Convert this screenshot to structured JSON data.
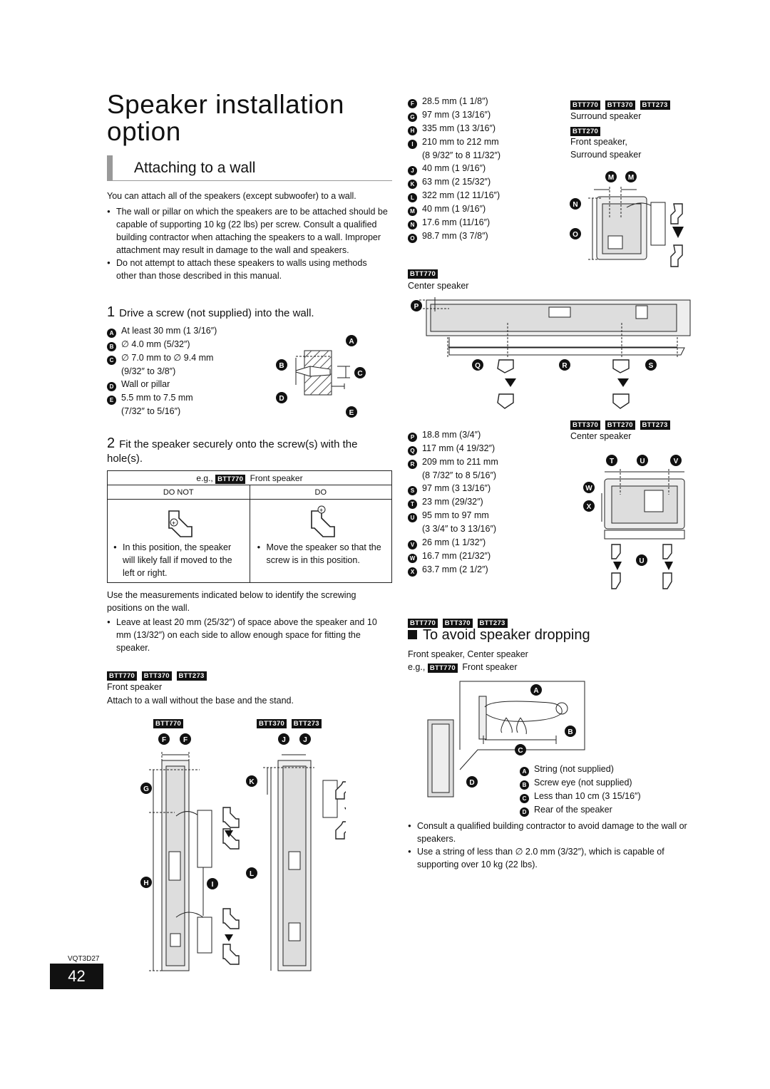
{
  "page": {
    "title": "Speaker installation option",
    "section_title": "Attaching to a wall",
    "intro": "You can attach all of the speakers (except subwoofer) to a wall.",
    "bullets": [
      "The wall or pillar on which the speakers are to be attached should be capable of supporting 10 kg (22 lbs) per screw. Consult a qualified building contractor when attaching the speakers to a wall. Improper attachment may result in damage to the wall and speakers.",
      "Do not attempt to attach these speakers to walls using methods other than those described in this manual."
    ],
    "step1": {
      "num": "1",
      "text": "Drive a screw (not supplied) into the wall."
    },
    "step1_items": [
      {
        "k": "A",
        "v": "At least 30 mm (1 3/16″)"
      },
      {
        "k": "B",
        "v": "∅ 4.0 mm (5/32″)"
      },
      {
        "k": "C",
        "v": "∅ 7.0 mm to ∅ 9.4 mm"
      },
      {
        "k": "",
        "v": "(9/32″ to 3/8″)"
      },
      {
        "k": "D",
        "v": "Wall or pillar"
      },
      {
        "k": "E",
        "v": "5.5 mm to 7.5 mm"
      },
      {
        "k": "",
        "v": "(7/32″ to 5/16″)"
      }
    ],
    "step2": {
      "num": "2",
      "text": "Fit the speaker securely onto the screw(s) with the hole(s)."
    },
    "table": {
      "eg": "e.g.,",
      "model": "BTT770",
      "model_label": "Front speaker",
      "col_left": "DO NOT",
      "col_right": "DO",
      "note_left": "In this position, the speaker will likely fall if moved to the left or right.",
      "note_right": "Move the speaker so that the screw is in this position."
    },
    "measure_intro": "Use the measurements indicated below to identify the screwing positions on the wall.",
    "measure_bullet": "Leave at least 20 mm (25/32″) of space above the speaker and 10 mm (13/32″) on each side to allow enough space for fitting the speaker.",
    "front_models": [
      "BTT770",
      "BTT370",
      "BTT273"
    ],
    "front_label": "Front speaker",
    "front_note": "Attach to a wall without the base and the stand.",
    "fig_left_model": "BTT770",
    "fig_right_models": [
      "BTT370",
      "BTT273"
    ],
    "model_code": "VQT3D27",
    "page_number": "42"
  },
  "right": {
    "measures_FO": [
      {
        "k": "F",
        "v": "28.5 mm (1 1/8″)"
      },
      {
        "k": "G",
        "v": "97 mm (3 13/16″)"
      },
      {
        "k": "H",
        "v": "335 mm (13 3/16″)"
      },
      {
        "k": "I",
        "v": "210 mm to 212 mm"
      },
      {
        "k": "",
        "v": "(8 9/32″ to 8 11/32″)"
      },
      {
        "k": "J",
        "v": "40 mm (1 9/16″)"
      },
      {
        "k": "K",
        "v": "63 mm (2 15/32″)"
      },
      {
        "k": "L",
        "v": "322 mm (12 11/16″)"
      },
      {
        "k": "M",
        "v": "40 mm (1 9/16″)"
      },
      {
        "k": "N",
        "v": "17.6 mm (11/16″)"
      },
      {
        "k": "O",
        "v": "98.7 mm (3 7/8″)"
      }
    ],
    "surround_models": [
      "BTT770",
      "BTT370",
      "BTT273"
    ],
    "surround_label": "Surround speaker",
    "surround_model2": "BTT270",
    "surround_label2a": "Front speaker,",
    "surround_label2b": "Surround speaker",
    "center_model": "BTT770",
    "center_label": "Center speaker",
    "measures_PX": [
      {
        "k": "P",
        "v": "18.8 mm (3/4″)"
      },
      {
        "k": "Q",
        "v": "117 mm (4 19/32″)"
      },
      {
        "k": "R",
        "v": "209 mm to 211 mm"
      },
      {
        "k": "",
        "v": "(8 7/32″ to 8 5/16″)"
      },
      {
        "k": "S",
        "v": "97 mm (3 13/16″)"
      },
      {
        "k": "T",
        "v": "23 mm (29/32″)"
      },
      {
        "k": "U",
        "v": "95 mm to 97 mm"
      },
      {
        "k": "",
        "v": "(3 3/4″ to 3 13/16″)"
      },
      {
        "k": "V",
        "v": "26 mm (1 1/32″)"
      },
      {
        "k": "W",
        "v": "16.7 mm (21/32″)"
      },
      {
        "k": "X",
        "v": "63.7 mm (2 1/2″)"
      }
    ],
    "center2_models": [
      "BTT370",
      "BTT270",
      "BTT273"
    ],
    "center2_label": "Center speaker",
    "drop_models": [
      "BTT770",
      "BTT370",
      "BTT273"
    ],
    "drop_title": "To avoid speaker dropping",
    "drop_sub": "Front speaker, Center speaker",
    "drop_eg": "e.g.,",
    "drop_eg_model": "BTT770",
    "drop_eg_label": "Front speaker",
    "drop_legend": [
      {
        "k": "A",
        "v": "String (not supplied)"
      },
      {
        "k": "B",
        "v": "Screw eye (not supplied)"
      },
      {
        "k": "C",
        "v": "Less than 10 cm (3 15/16″)"
      },
      {
        "k": "D",
        "v": "Rear of the speaker"
      }
    ],
    "drop_bullets": [
      "Consult a qualified building contractor to avoid damage to the wall or speakers.",
      "Use a string of less than ∅ 2.0 mm (3/32″), which is capable of supporting over 10 kg (22 lbs)."
    ]
  }
}
